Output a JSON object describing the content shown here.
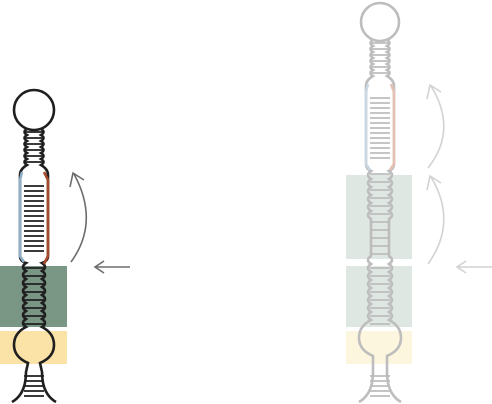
{
  "panels": [
    {
      "id": "left",
      "stem_color": "#1f1f1f",
      "region_colors": {
        "green": "#7a9685",
        "yellow": "#fbe3a8",
        "blue": "#8fb0c8",
        "red": "#a64a2d"
      },
      "arrow_color": "#6d6d6d",
      "arrows": [
        "curved-arrow-up",
        "arrow-left"
      ]
    },
    {
      "id": "right",
      "stem_color": "#bdbdbd",
      "region_colors": {
        "green": "#dfe7e2",
        "yellow": "#fdf6de",
        "blue": "#c9d8e3",
        "red": "#e5c0b3"
      },
      "arrow_color": "#d2d2d2",
      "arrows": [
        "curved-arrow-up",
        "curved-arrow-up",
        "arrow-left"
      ]
    }
  ]
}
